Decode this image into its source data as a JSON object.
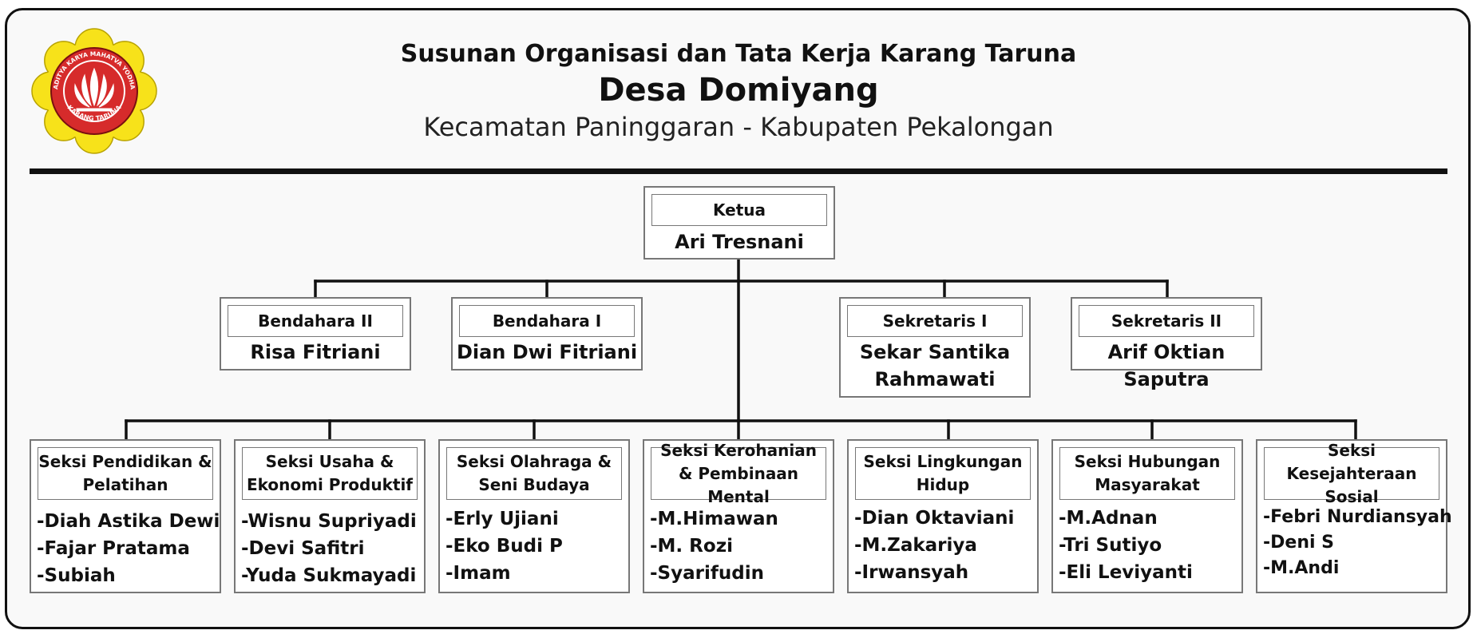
{
  "header": {
    "title_line1": "Susunan Organisasi dan Tata Kerja Karang Taruna",
    "title_line2": "Desa Domiyang",
    "title_line3": "Kecamatan Paninggaran - Kabupaten Pekalongan"
  },
  "logo": {
    "top_text": "ADITYA KARYA MAHATVA YODHA",
    "bottom_text": "KARANG TARUNA",
    "colors": {
      "petal": "#f7e21a",
      "ring": "#d62b2b",
      "text": "#ffffff"
    }
  },
  "ketua": {
    "role": "Ketua",
    "name": "Ari Tresnani"
  },
  "officers": [
    {
      "role": "Bendahara II",
      "name": "Risa Fitriani"
    },
    {
      "role": "Bendahara I",
      "name": "Dian Dwi Fitriani"
    },
    {
      "role": "Sekretaris I",
      "name": "Sekar Santika Rahmawati"
    },
    {
      "role": "Sekretaris II",
      "name": "Arif Oktian Saputra"
    }
  ],
  "sections": [
    {
      "title": "Seksi Pendidikan & Pelatihan",
      "members": [
        "-Diah Astika Dewi",
        "-Fajar Pratama",
        "-Subiah"
      ]
    },
    {
      "title": "Seksi Usaha & Ekonomi Produktif",
      "members": [
        "-Wisnu Supriyadi",
        "-Devi Safitri",
        "-Yuda Sukmayadi"
      ]
    },
    {
      "title": "Seksi Olahraga & Seni Budaya",
      "members": [
        "-Erly Ujiani",
        "-Eko Budi P",
        "-Imam"
      ]
    },
    {
      "title": "Seksi Kerohanian & Pembinaan Mental",
      "members": [
        "-M.Himawan",
        "-M. Rozi",
        "-Syarifudin"
      ]
    },
    {
      "title": "Seksi Lingkungan Hidup",
      "members": [
        "-Dian Oktaviani",
        "-M.Zakariya",
        "-Irwansyah"
      ]
    },
    {
      "title": "Seksi Hubungan Masyarakat",
      "members": [
        "-M.Adnan",
        "-Tri Sutiyo",
        "-Eli Leviyanti"
      ]
    },
    {
      "title": "Seksi Kesejahteraan Sosial",
      "members": [
        "-Febri Nurdiansyah",
        "-Deni S",
        "-M.Andi"
      ]
    }
  ]
}
